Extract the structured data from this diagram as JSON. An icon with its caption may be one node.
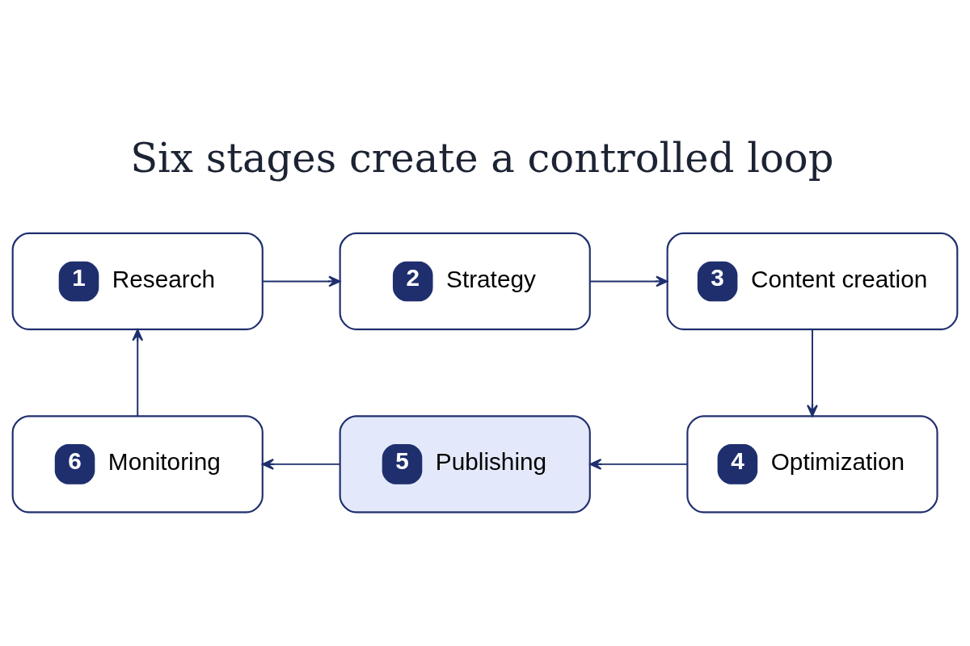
{
  "diagram": {
    "title": "Six stages create a controlled loop",
    "nodes": [
      {
        "text": [
          "1",
          "Research"
        ]
      },
      {
        "text": [
          "2",
          "Strategy"
        ]
      },
      {
        "text": [
          "3",
          "Content creation"
        ]
      },
      {
        "text": [
          "4",
          "Optimization"
        ]
      },
      {
        "text": [
          "5",
          "Publishing"
        ]
      },
      {
        "text": [
          "6",
          "Monitoring"
        ]
      }
    ],
    "edges": [
      {
        "from": 0,
        "to": 1,
        "arrow": "to"
      },
      {
        "from": 1,
        "to": 2,
        "arrow": "to"
      },
      {
        "from": 2,
        "to": 3,
        "arrow": "to"
      },
      {
        "from": 3,
        "to": 4,
        "arrow": "to"
      },
      {
        "from": 4,
        "to": 5,
        "arrow": "to"
      },
      {
        "from": 5,
        "to": 0,
        "arrow": "to"
      }
    ]
  }
}
